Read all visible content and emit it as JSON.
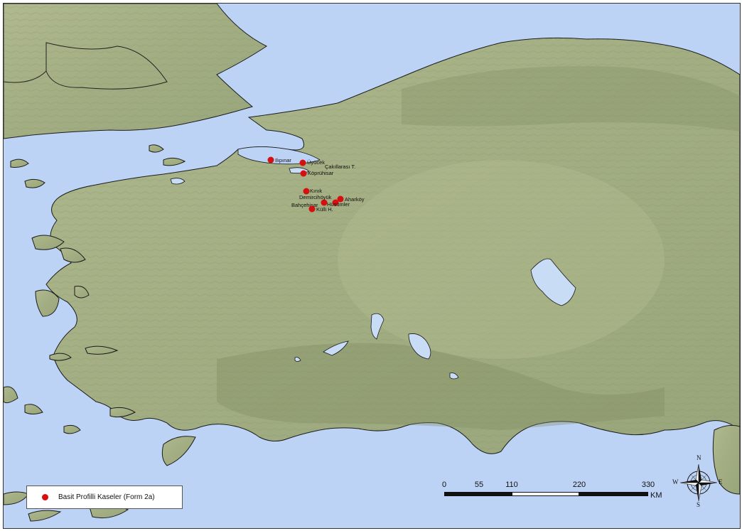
{
  "colors": {
    "sea": "#bcd3f5",
    "land": "#a8b48a",
    "land_high": "#8e9b70",
    "land_low": "#c3c9a0",
    "lake": "#c8dcf6",
    "site_marker": "#d61010",
    "coast": "#1a1a1a"
  },
  "sites": [
    {
      "label": "Ilıpınar"
    },
    {
      "label": "Üyücek"
    },
    {
      "label": "Çakıllarası T."
    },
    {
      "label": "Köprühisar"
    },
    {
      "label": "Kınık"
    },
    {
      "label": "Demircihöyük"
    },
    {
      "label": "Aharköy"
    },
    {
      "label": "Hüsümler"
    },
    {
      "label": "Bahçehisar"
    },
    {
      "label": "Külli H."
    }
  ],
  "legend": {
    "label": "Basit Profilli Kaseler (Form 2a)"
  },
  "scale_bar": {
    "ticks": [
      "0",
      "55",
      "110",
      "220",
      "330"
    ],
    "unit": "KM"
  },
  "compass": {
    "north": "N",
    "south": "S",
    "east": "E",
    "west": "W",
    "icon": "compass-rose-icon"
  }
}
